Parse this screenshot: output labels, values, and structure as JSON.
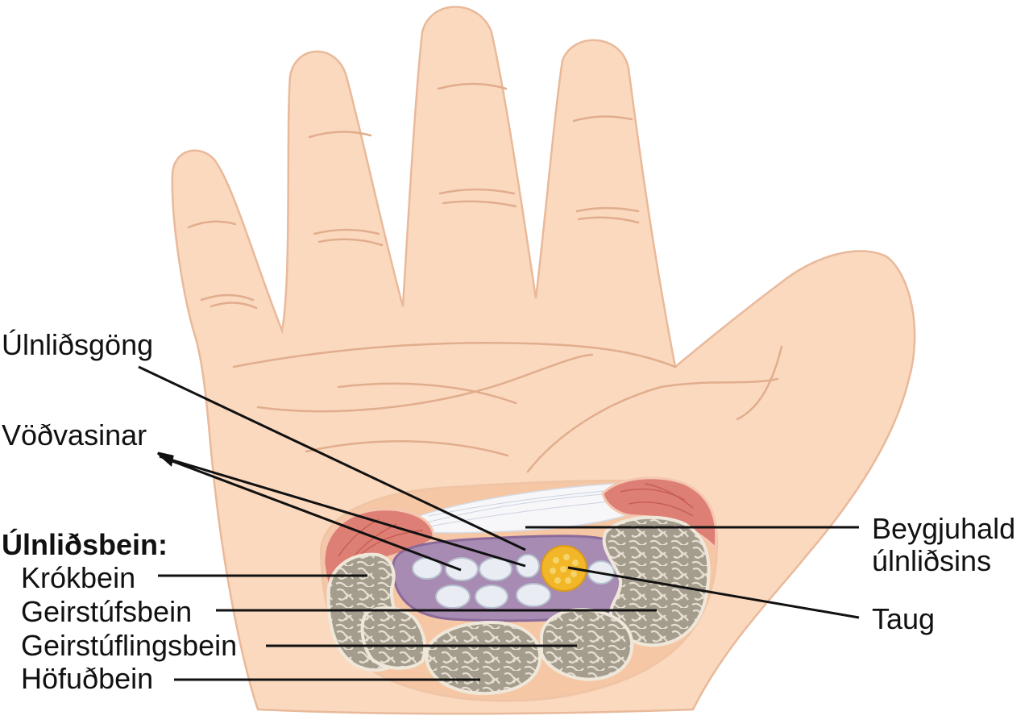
{
  "labels": {
    "carpal_tunnel": "Úlnliðsgöng",
    "tendons": "Vöðvasinar",
    "carpal_bones_heading": "Úlnliðsbein:",
    "hamate": "Krókbein",
    "capitate": "Geirstúfsbein",
    "trapezoid": "Geirstúflingsbein",
    "trapezium": "Höfuðbein",
    "retinaculum_line1": "Beygjuhald",
    "retinaculum_line2": "úlnliðsins",
    "nerve": "Taug"
  },
  "colors": {
    "skin": "#fad9bf",
    "skin_outline": "#e9b99a",
    "skin_crease": "#e2ad8d",
    "bone": "#a8a192",
    "bone_outline": "#f3ece0",
    "muscle": "#dd7f74",
    "tunnel": "#a78bb3",
    "tendon": "#e9edf3",
    "nerve": "#f2b629",
    "leader_line": "#111111"
  }
}
